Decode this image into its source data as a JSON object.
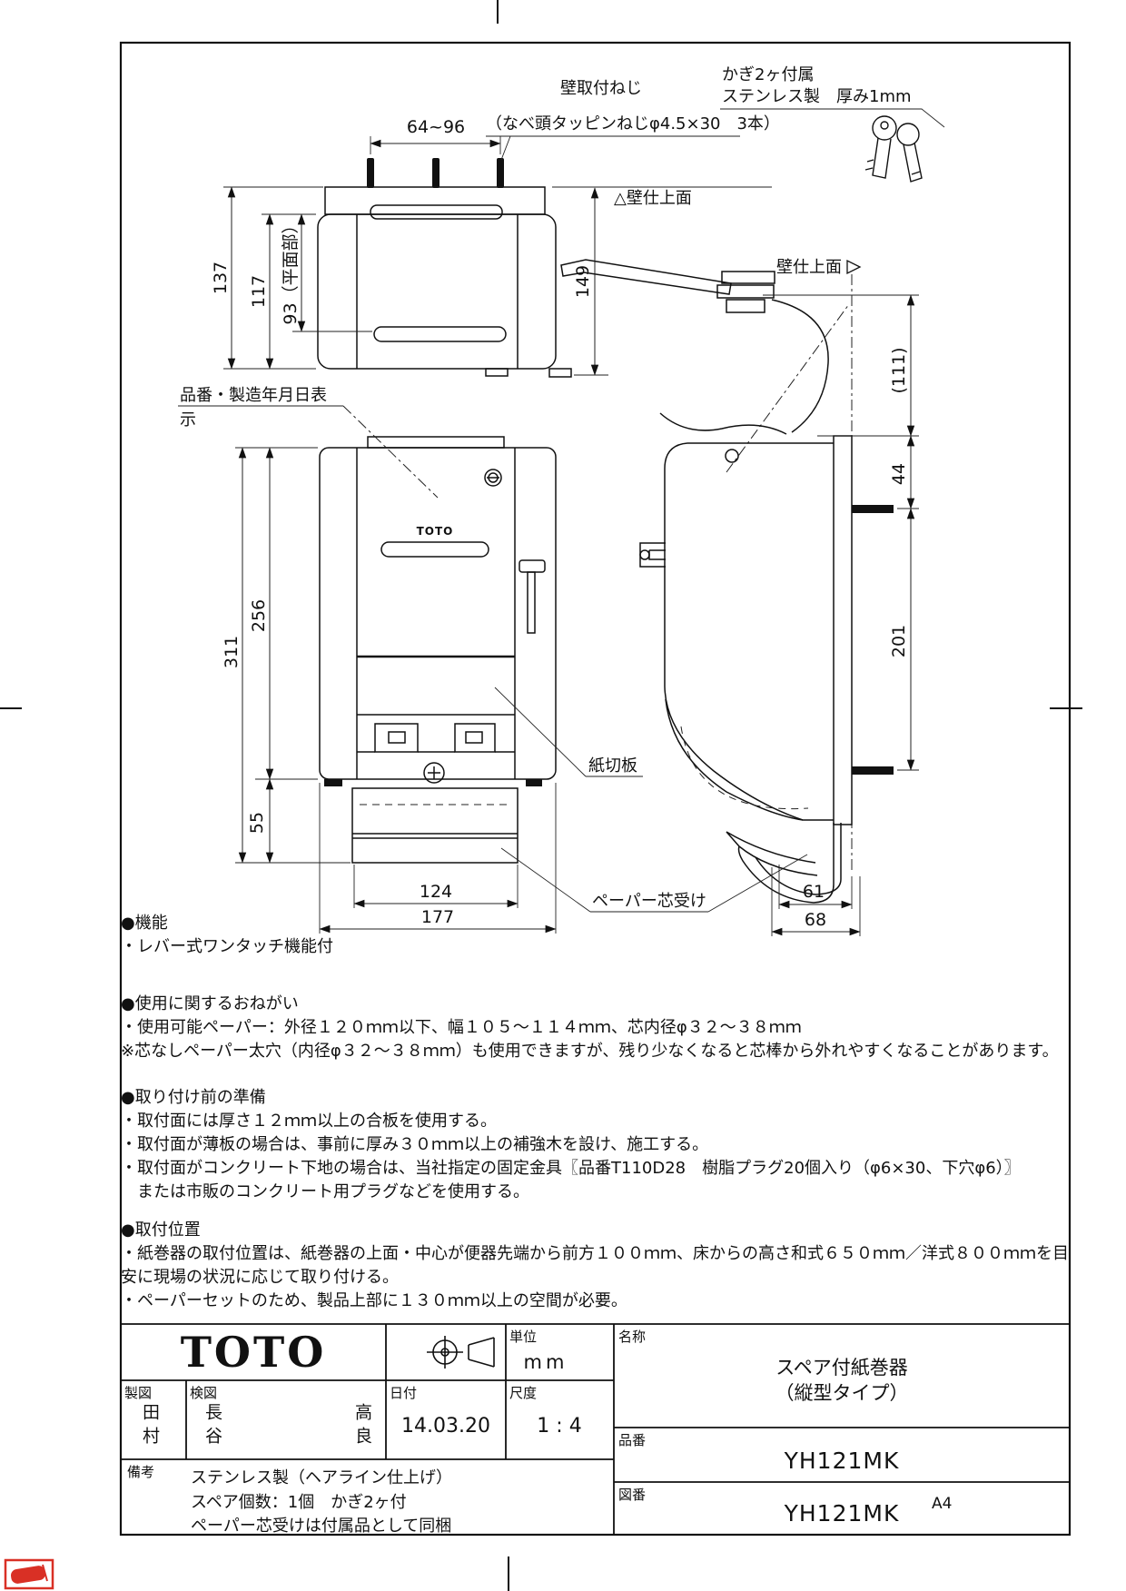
{
  "sheet": {
    "size": "A4"
  },
  "annotations": {
    "keys_line1": "かぎ2ヶ付属",
    "keys_line2": "ステンレス製　厚み1mm",
    "wall_screw_line1": "壁取付ねじ",
    "wall_screw_line2": "（なべ頭タッピンねじφ4.5×30　3本）",
    "wall_finish_top": "△壁仕上面",
    "wall_finish_side": "壁仕上面",
    "product_id_line1": "品番・製造年月日表",
    "product_id_line2": "示",
    "paper_cutter": "紙切板",
    "paper_core_holder": "ペーパー芯受け",
    "product_logo": "TOTO"
  },
  "dims": {
    "top_view": {
      "screw_pitch": "64~96",
      "depth_total": "137",
      "depth_body": "117",
      "depth_flat": "93（平面部）",
      "height_from_wall": "149"
    },
    "front_view": {
      "height_total": "311",
      "height_body": "256",
      "height_holder": "55",
      "width_inner": "124",
      "width_total": "177"
    },
    "side_view": {
      "upper_ref": "(111)",
      "bracket": "44",
      "plate": "201",
      "hook_inner": "61",
      "hook_outer": "68"
    }
  },
  "notes": [
    {
      "heading": "●機能",
      "lines": [
        "・レバー式ワンタッチ機能付"
      ]
    },
    {
      "heading": "●使用に関するおねがい",
      "lines": [
        "・使用可能ペーパー：外径１２０ｍｍ以下、幅１０５～１１４ｍｍ、芯内径φ３２～３８ｍｍ",
        "※芯なしペーパー太穴（内径φ３２～３８ｍｍ）も使用できますが、残り少なくなると芯棒から外れやすくなることがあります。"
      ]
    },
    {
      "heading": "●取り付け前の準備",
      "lines": [
        "・取付面には厚さ１２ｍｍ以上の合板を使用する。",
        "・取付面が薄板の場合は、事前に厚み３０ｍｍ以上の補強木を設け、施工する。",
        "・取付面がコンクリート下地の場合は、当社指定の固定金具〖品番T110D28　樹脂プラグ20個入り（φ6×30、下穴φ6）〗",
        "　または市販のコンクリート用プラグなどを使用する。"
      ]
    },
    {
      "heading": "●取付位置",
      "lines": [
        "・紙巻器の取付位置は、紙巻器の上面・中心が便器先端から前方１００ｍｍ、床からの高さ和式６５０ｍｍ／洋式８００ｍｍを目",
        "安に現場の状況に応じて取り付ける。",
        "・ペーパーセットのため、製品上部に１３０ｍｍ以上の空間が必要。"
      ]
    }
  ],
  "title_block": {
    "logo": "TOTO",
    "unit_label": "単位",
    "unit_value": "mm",
    "drafter_label": "製図",
    "drafter": "田村",
    "checker_label": "検図",
    "checker1": "長谷",
    "checker2": "高良",
    "date_label": "日付",
    "date": "14.03.20",
    "scale_label": "尺度",
    "scale": "1 : 4",
    "remarks_label": "備考",
    "remarks": [
      "ステンレス製（ヘアライン仕上げ）",
      "スペア個数：1個　かぎ2ヶ付",
      "ペーパー芯受けは付属品として同梱"
    ],
    "name_label": "名称",
    "name_line1": "スペア付紙巻器",
    "name_line2": "（縦型タイプ）",
    "part_no_label": "品番",
    "part_no": "YH121MK",
    "dwg_no_label": "図番",
    "dwg_no": "YH121MK"
  }
}
